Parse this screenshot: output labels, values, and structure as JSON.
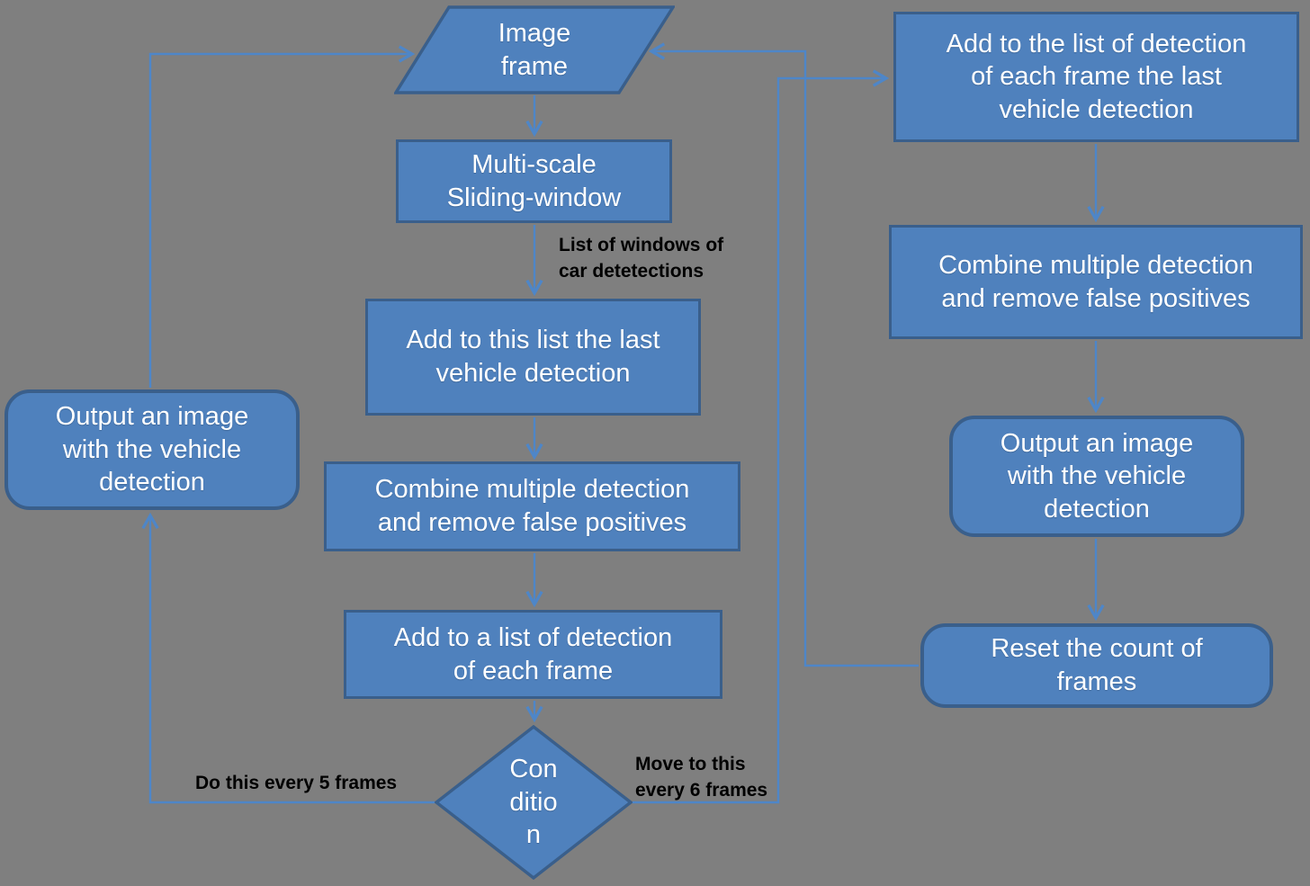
{
  "colors": {
    "background": "#7f7f7f",
    "node_fill": "#4f81bd",
    "node_border": "#3a5f8b",
    "connector": "#4e86c8",
    "node_text": "#ffffff",
    "annotation_text": "#000000"
  },
  "nodes": {
    "image_frame": {
      "shape": "parallelogram",
      "label": "Image\nframe"
    },
    "multi_scale": {
      "shape": "rect",
      "label": "Multi-scale\nSliding-window"
    },
    "add_to_list_last": {
      "shape": "rect",
      "label": "Add to this list the last\nvehicle detection"
    },
    "combine_center": {
      "shape": "rect",
      "label": "Combine multiple detection\nand remove false positives"
    },
    "add_to_frame_list": {
      "shape": "rect",
      "label": "Add to a list of detection\nof each frame"
    },
    "condition": {
      "shape": "diamond",
      "label": "Con\nditio\nn"
    },
    "output_left": {
      "shape": "rounded",
      "label": "Output an image\nwith the vehicle\ndetection"
    },
    "add_right": {
      "shape": "rect",
      "label": "Add to the list of detection\nof each frame the last\nvehicle detection"
    },
    "combine_right": {
      "shape": "rect",
      "label": "Combine multiple detection\nand remove false positives"
    },
    "output_right": {
      "shape": "rounded",
      "label": "Output an image\nwith the vehicle\ndetection"
    },
    "reset_count": {
      "shape": "rounded",
      "label": "Reset the count of\nframes"
    }
  },
  "annotations": {
    "list_of_windows": "List of windows of\ncar detetections",
    "every_5_frames": "Do this every 5 frames",
    "every_6_frames": "Move to this\nevery 6 frames"
  }
}
